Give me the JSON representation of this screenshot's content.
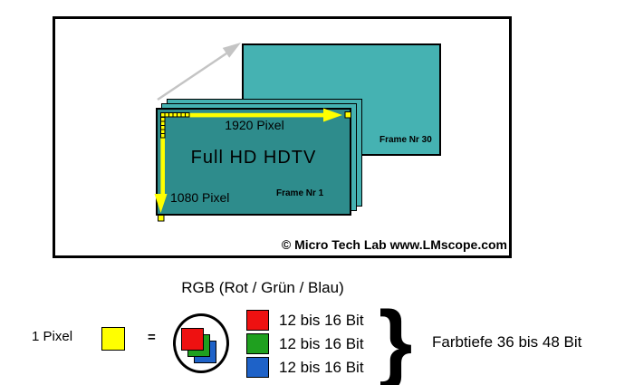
{
  "colors": {
    "teal_front": "#2E8C8C",
    "teal_back": "#45B2B2",
    "yellow": "#FFFF00",
    "red": "#EE1111",
    "green": "#1FA01F",
    "blue": "#1E62C8",
    "gray_arrow": "#C4C4C4"
  },
  "icons": {
    "projection_arrow": "diagonal-arrow-up-right",
    "width_arrow": "horizontal-arrow-right",
    "height_arrow": "vertical-arrow-down",
    "pixel_dots": "dotted-pixel-squares"
  },
  "diagram": {
    "frame_front": {
      "title": "Full HD  HDTV",
      "label": "Frame Nr 1",
      "width_label": "1920 Pixel",
      "height_label": "1080 Pixel"
    },
    "frame_back": {
      "label": "Frame Nr 30"
    },
    "copyright": "© Micro Tech Lab www.LMscope.com"
  },
  "rgb_section": {
    "title": "RGB (Rot / Grün / Blau)",
    "pixel_label": "1 Pixel",
    "equals": "=",
    "channels": [
      {
        "color": "#EE1111",
        "bits": "12 bis 16 Bit"
      },
      {
        "color": "#1FA01F",
        "bits": "12 bis 16 Bit"
      },
      {
        "color": "#1E62C8",
        "bits": "12 bis 16 Bit"
      }
    ],
    "brace": "}",
    "total_label": "Farbtiefe 36 bis 48 Bit"
  }
}
